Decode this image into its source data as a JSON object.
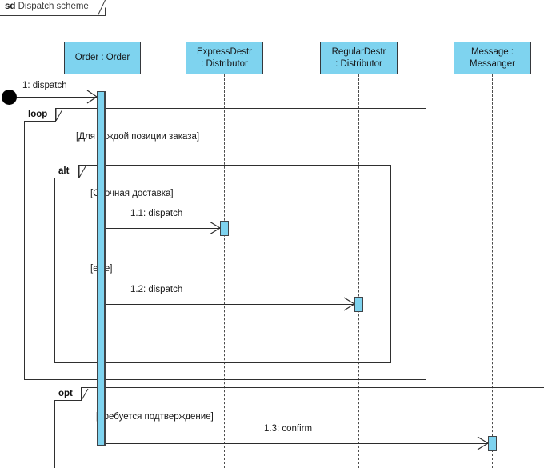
{
  "diagram": {
    "kind_label": "sd",
    "title": "Dispatch scheme",
    "colors": {
      "lifeline_fill": "#7ED3EF",
      "lifeline_border": "#35383c",
      "activation_fill": "#7ED3EF",
      "activation_border": "#3f4448",
      "frame_stroke": "#2f2f2f",
      "message_stroke": "#2b2b2b",
      "start_dot": "#000000",
      "background": "#ffffff"
    }
  },
  "lifelines": [
    {
      "id": "order",
      "name": "Order : Order",
      "line1": "Order : Order",
      "line2": ""
    },
    {
      "id": "express_destr",
      "name": "ExpressDestr : Distributor",
      "line1": "ExpressDestr",
      "line2": ": Distributor"
    },
    {
      "id": "regular_destr",
      "name": "RegularDestr : Distributor",
      "line1": "RegularDestr",
      "line2": ": Distributor"
    },
    {
      "id": "messenger",
      "name": "Message : Messanger",
      "line1": "Message :",
      "line2": "Messanger"
    }
  ],
  "fragments": [
    {
      "id": "loop",
      "operator": "loop",
      "guard": "[Для каждой позиции заказа]"
    },
    {
      "id": "alt",
      "operator": "alt",
      "guard": "[Срочная доставка]",
      "else_guard": "[else]"
    },
    {
      "id": "opt",
      "operator": "opt",
      "guard": "[Требуется подтверждение]"
    }
  ],
  "messages": [
    {
      "id": "m1",
      "label": "1: dispatch",
      "from": "start",
      "to": "order"
    },
    {
      "id": "m11",
      "label": "1.1: dispatch",
      "from": "order",
      "to": "express_destr"
    },
    {
      "id": "m12",
      "label": "1.2: dispatch",
      "from": "order",
      "to": "regular_destr"
    },
    {
      "id": "m13",
      "label": "1.3: confirm",
      "from": "order",
      "to": "messenger"
    }
  ]
}
